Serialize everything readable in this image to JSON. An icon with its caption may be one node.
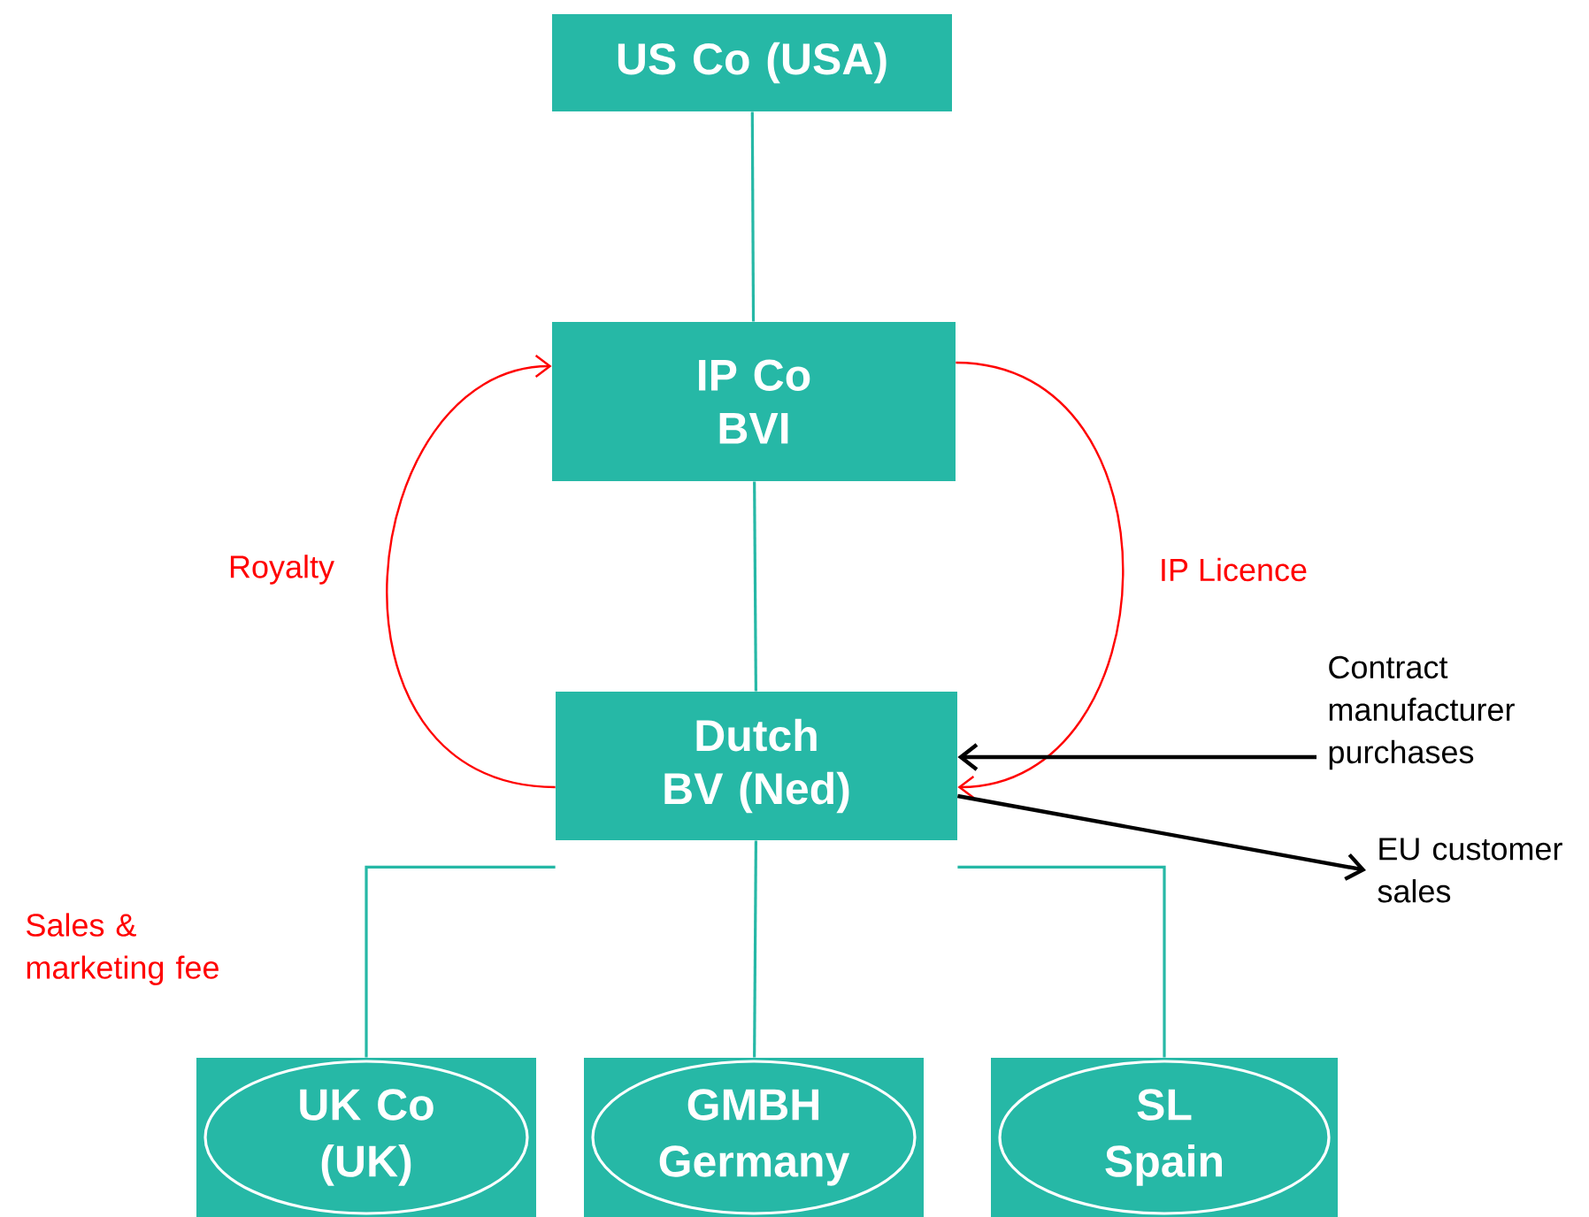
{
  "diagram": {
    "nodes": [
      {
        "text": [
          "US Co (USA)"
        ]
      },
      {
        "text": [
          "IP Co BVI"
        ]
      },
      {
        "text": [
          "Dutch BV (Ned)"
        ]
      },
      {
        "text": [
          "Contract manufacturer purchases"
        ]
      },
      {
        "text": [
          "EU customer sales"
        ]
      },
      {
        "text": [
          "UK Co (UK)"
        ]
      },
      {
        "text": [
          "GMBH Germany"
        ]
      },
      {
        "text": [
          "SL Spain"
        ]
      }
    ],
    "edges": [
      {
        "from": 0,
        "to": 1,
        "arrow": "none"
      },
      {
        "from": 1,
        "to": 2,
        "arrow": "none"
      },
      {
        "from": 2,
        "to": 1,
        "arrow": "to",
        "label": "Royalty",
        "color": "#ff0000"
      },
      {
        "from": 1,
        "to": 2,
        "arrow": "to",
        "label": "IP Licence",
        "color": "#ff0000"
      },
      {
        "from": 3,
        "to": 2,
        "arrow": "to",
        "color": "#000000"
      },
      {
        "from": 2,
        "to": 4,
        "arrow": "to",
        "color": "#000000"
      },
      {
        "from": 2,
        "to": 5,
        "arrow": "none"
      },
      {
        "from": 2,
        "to": 6,
        "arrow": "none"
      },
      {
        "from": 2,
        "to": 7,
        "arrow": "none"
      }
    ],
    "labels": [
      "Sales & marketing fee"
    ]
  }
}
